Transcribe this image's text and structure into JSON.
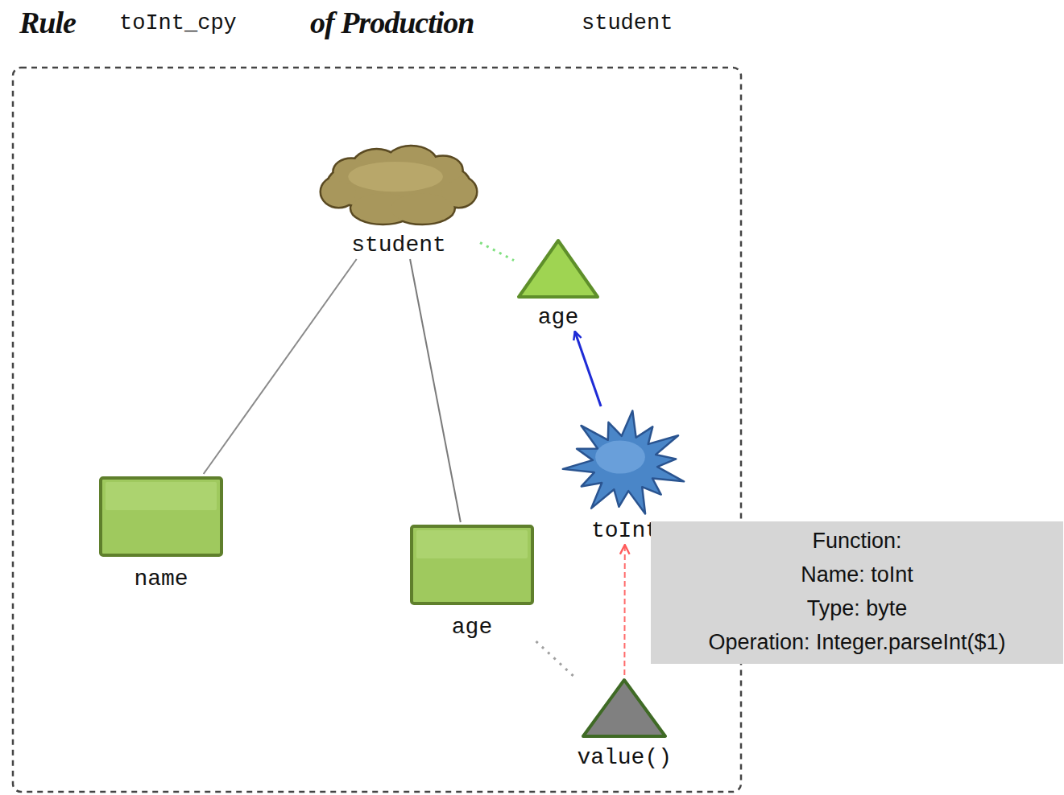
{
  "diagram": {
    "nodes": [
      {
        "text": [
          "student"
        ]
      },
      {
        "text": [
          "age"
        ]
      },
      {
        "text": [
          "name"
        ]
      },
      {
        "text": [
          "age"
        ]
      },
      {
        "text": [
          "toInt"
        ]
      },
      {
        "text": [
          "Function:",
          "Name: toInt",
          "Type: byte",
          "Operation: Integer.parseInt($1)"
        ]
      },
      {
        "text": [
          "value()"
        ]
      }
    ],
    "edges": [
      {
        "from": 0,
        "to": 2,
        "arrow": "none"
      },
      {
        "from": 0,
        "to": 3,
        "arrow": "none"
      },
      {
        "from": 0,
        "to": 1,
        "arrow": "none"
      },
      {
        "from": 4,
        "to": 1,
        "arrow": "to"
      },
      {
        "from": 6,
        "to": 4,
        "arrow": "to"
      },
      {
        "from": 3,
        "to": 6,
        "arrow": "none"
      }
    ],
    "labels": [
      "Rule",
      "toInt_cpy",
      "of Production",
      "student"
    ]
  }
}
